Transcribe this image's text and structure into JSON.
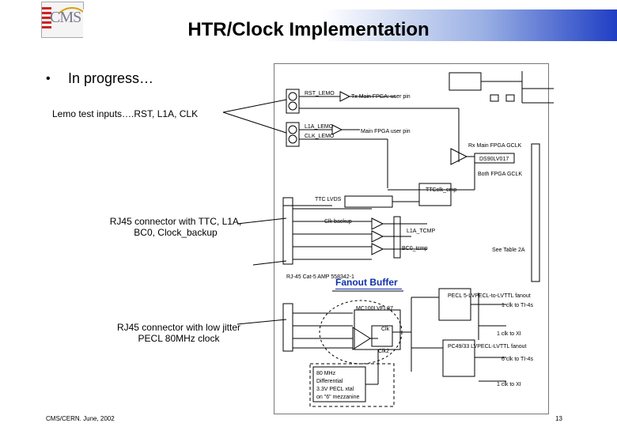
{
  "slide": {
    "title": "HTR/Clock Implementation",
    "bullet": "In progress…",
    "callouts": {
      "lemo": "Lemo test inputs….RST, L1A, CLK",
      "rj45_ttc_line1": "RJ45 connector with TTC, L1A,",
      "rj45_ttc_line2": "BC0, Clock_backup",
      "rj45_pecl_line1": "RJ45 connector with low jitter",
      "rj45_pecl_line2": "PECL 80MHz clock",
      "fanout": "Fanout Buffer"
    },
    "footer": "CMS/CERN. June, 2002",
    "page_number": "13"
  },
  "logo": {
    "text": "CMS",
    "icon": "cms-logo-icon"
  },
  "schematic": {
    "labels": {
      "rst_lemo": "RST_LEMO",
      "tx_main": "Tx Main FPGA: user pin",
      "l1a_lemo": "L1A_LEMO",
      "clk_lemo": "CLK_LEMO",
      "main_fpga": "Main FPGA user pin",
      "rx_main": "Rx Main FPGA GCLK",
      "ds90": "DS90LV017",
      "both_fpga": "Both FPGA GCLK",
      "ttc_lvds": "TTC LVDS",
      "tclk_cmp": "TTCclk_cmp",
      "clk_backup": "Clk backup",
      "l1a_tcmp": "L1A_TCMP",
      "bc0_tcmp": "BC0_tcmp",
      "see_table": "See Table 2A",
      "rj45_part": "RJ-45 Cat-5 AMP 558342-1",
      "mc100": "MC100LVEL37",
      "clk": "Clk",
      "clk2": "Clk2",
      "pecl_fanout1": "PECL 5-LVPECL-to-LVTTL fanout",
      "pecl_fanout2": "PC49/33 LVPECL-LVTTL fanout",
      "to_tx": "1 clk to TI-4s",
      "to_rx": "1 clk to XI",
      "to_tx2": "6 clk to TI-4s",
      "to_rx2": "1 clk to XI",
      "mezz1": "80 MHz",
      "mezz2": "Differential",
      "mezz3": "3.3V PECL xtal",
      "mezz4": "on \"6\" mezzanine"
    }
  },
  "colors": {
    "title_bar_end": "#1f3ec4",
    "fanout_label": "#1030a8",
    "dashed_boundary": "#000000"
  }
}
